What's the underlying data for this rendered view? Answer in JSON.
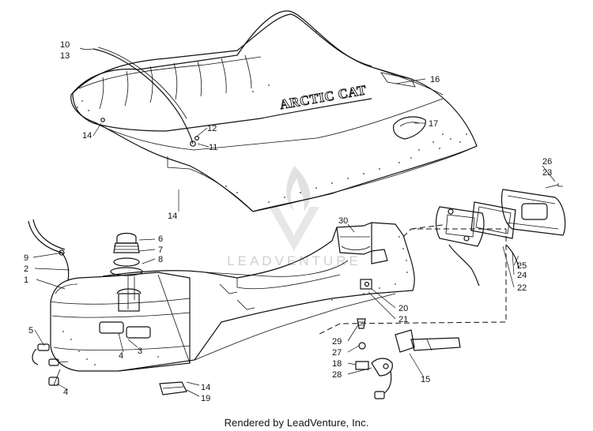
{
  "diagram": {
    "brand_text": "ARCTIC CAT",
    "watermark": "LEADVENTURE",
    "footer": "Rendered by LeadVenture, Inc.",
    "callouts": {
      "c1": "1",
      "c2": "2",
      "c3": "3",
      "c4a": "4",
      "c4b": "4",
      "c5": "5",
      "c6": "6",
      "c7": "7",
      "c8": "8",
      "c9": "9",
      "c10": "10",
      "c11": "11",
      "c12": "12",
      "c13": "13",
      "c14a": "14",
      "c14b": "14",
      "c14c": "14",
      "c15": "15",
      "c16": "16",
      "c17": "17",
      "c18": "18",
      "c19": "19",
      "c20": "20",
      "c21": "21",
      "c22": "22",
      "c23": "23",
      "c24": "24",
      "c25": "25",
      "c26": "26",
      "c27": "27",
      "c28": "28",
      "c29": "29",
      "c30": "30"
    }
  }
}
